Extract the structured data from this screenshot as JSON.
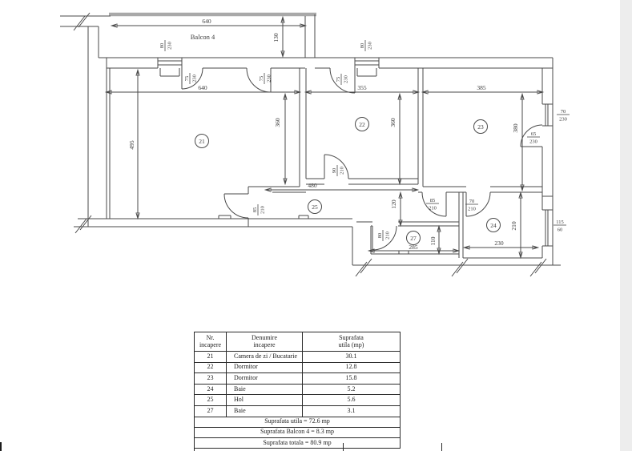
{
  "plan": {
    "balcony_label": "Balcon 4",
    "rooms": [
      "21",
      "22",
      "23",
      "25",
      "27",
      "24"
    ],
    "dims": [
      "640",
      "130",
      "640",
      "355",
      "385",
      "495",
      "360",
      "360",
      "380",
      "480",
      "120",
      "285",
      "110",
      "230",
      "210"
    ],
    "fractions": [
      {
        "t": "80",
        "b": "230"
      },
      {
        "t": "75",
        "b": "230"
      },
      {
        "t": "75",
        "b": "230"
      },
      {
        "t": "80",
        "b": "230"
      },
      {
        "t": "75",
        "b": "230"
      },
      {
        "t": "70",
        "b": "230"
      },
      {
        "t": "65",
        "b": "230"
      },
      {
        "t": "90",
        "b": "210"
      },
      {
        "t": "85",
        "b": "210"
      },
      {
        "t": "85",
        "b": "210"
      },
      {
        "t": "70",
        "b": "210"
      },
      {
        "t": "115",
        "b": "60"
      },
      {
        "t": "80",
        "b": "210"
      }
    ]
  },
  "table": {
    "headers": [
      [
        "Nr.",
        "incapere"
      ],
      [
        "Denumire",
        "incapere"
      ],
      [
        "Suprafata",
        "utila (mp)"
      ]
    ],
    "rows": [
      [
        "21",
        "Camera de zi / Bucatarie",
        "30.1"
      ],
      [
        "22",
        "Dormitor",
        "12.8"
      ],
      [
        "23",
        "Dormitor",
        "15.8"
      ],
      [
        "24",
        "Baie",
        "5.2"
      ],
      [
        "25",
        "Hol",
        "5.6"
      ],
      [
        "27",
        "Baie",
        "3.1"
      ]
    ],
    "summary": [
      "Suprafata utila = 72.6 mp",
      "Suprafata Balcon 4 = 8.3 mp",
      "Suprafata totala = 80.9 mp"
    ]
  }
}
